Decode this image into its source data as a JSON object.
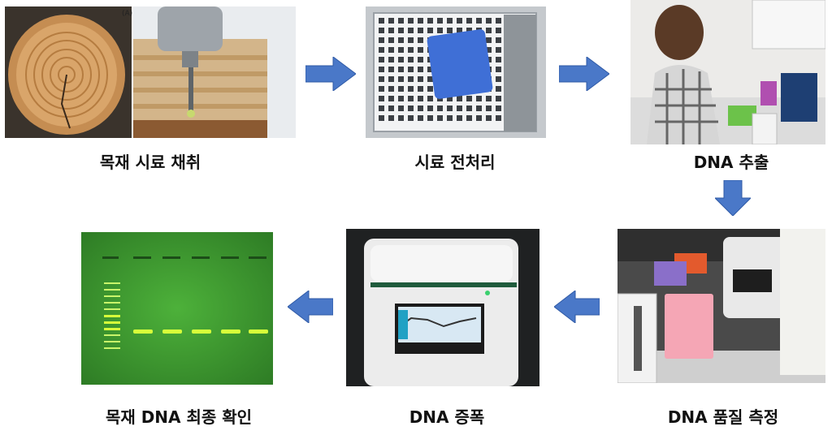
{
  "steps": [
    {
      "id": "sampling",
      "label": "목재 시료 채취",
      "panel_tag": "(A)"
    },
    {
      "id": "preprocess",
      "label": "시료 전처리"
    },
    {
      "id": "extraction",
      "label": "DNA 추출"
    },
    {
      "id": "quality",
      "label": "DNA 품질 측정"
    },
    {
      "id": "amplification",
      "label": "DNA 증폭"
    },
    {
      "id": "confirmation",
      "label": "목재 DNA 최종 확인"
    }
  ],
  "colors": {
    "arrow": "#4a78c8",
    "arrow_edge": "#2f5aa6",
    "gel_bg": "#3b9e2e",
    "band": "#d7ff3a"
  },
  "icons": {
    "flow_arrow": "block-arrow"
  }
}
